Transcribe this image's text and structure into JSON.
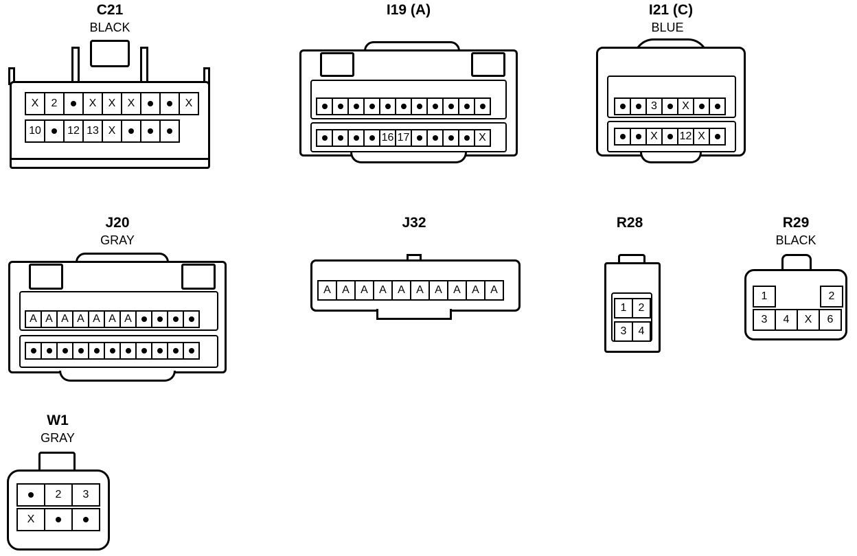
{
  "connectors": {
    "c21": {
      "name": "C21",
      "color": "BLACK",
      "row1": [
        "X",
        "2",
        "•",
        "X",
        "X",
        "X",
        "•",
        "•",
        "X"
      ],
      "row2": [
        "10",
        "•",
        "12",
        "13",
        "X",
        "•",
        "•",
        "•"
      ]
    },
    "i19": {
      "name": "I19 (A)",
      "color": "",
      "row1": [
        "•",
        "•",
        "•",
        "•",
        "•",
        "•",
        "•",
        "•",
        "•",
        "•",
        "•"
      ],
      "row2": [
        "•",
        "•",
        "•",
        "•",
        "16",
        "17",
        "•",
        "•",
        "•",
        "•",
        "X"
      ]
    },
    "i21": {
      "name": "I21 (C)",
      "color": "BLUE",
      "row1": [
        "•",
        "•",
        "3",
        "•",
        "X",
        "•",
        "•"
      ],
      "row2": [
        "•",
        "•",
        "X",
        "•",
        "12",
        "X",
        "•"
      ]
    },
    "j20": {
      "name": "J20",
      "color": "GRAY",
      "row1": [
        "A",
        "A",
        "A",
        "A",
        "A",
        "A",
        "A",
        "•",
        "•",
        "•",
        "•"
      ],
      "row2": [
        "•",
        "•",
        "•",
        "•",
        "•",
        "•",
        "•",
        "•",
        "•",
        "•",
        "•"
      ]
    },
    "j32": {
      "name": "J32",
      "color": "",
      "row1": [
        "A",
        "A",
        "A",
        "A",
        "A",
        "A",
        "A",
        "A",
        "A",
        "A"
      ]
    },
    "r28": {
      "name": "R28",
      "color": "",
      "row1": [
        "1",
        "2"
      ],
      "row2": [
        "3",
        "4"
      ]
    },
    "r29": {
      "name": "R29",
      "color": "BLACK",
      "row1": [
        "1",
        "2"
      ],
      "row2": [
        "3",
        "4",
        "X",
        "6"
      ]
    },
    "w1": {
      "name": "W1",
      "color": "GRAY",
      "row1": [
        "•",
        "2",
        "3"
      ],
      "row2": [
        "X",
        "•",
        "•"
      ]
    }
  }
}
